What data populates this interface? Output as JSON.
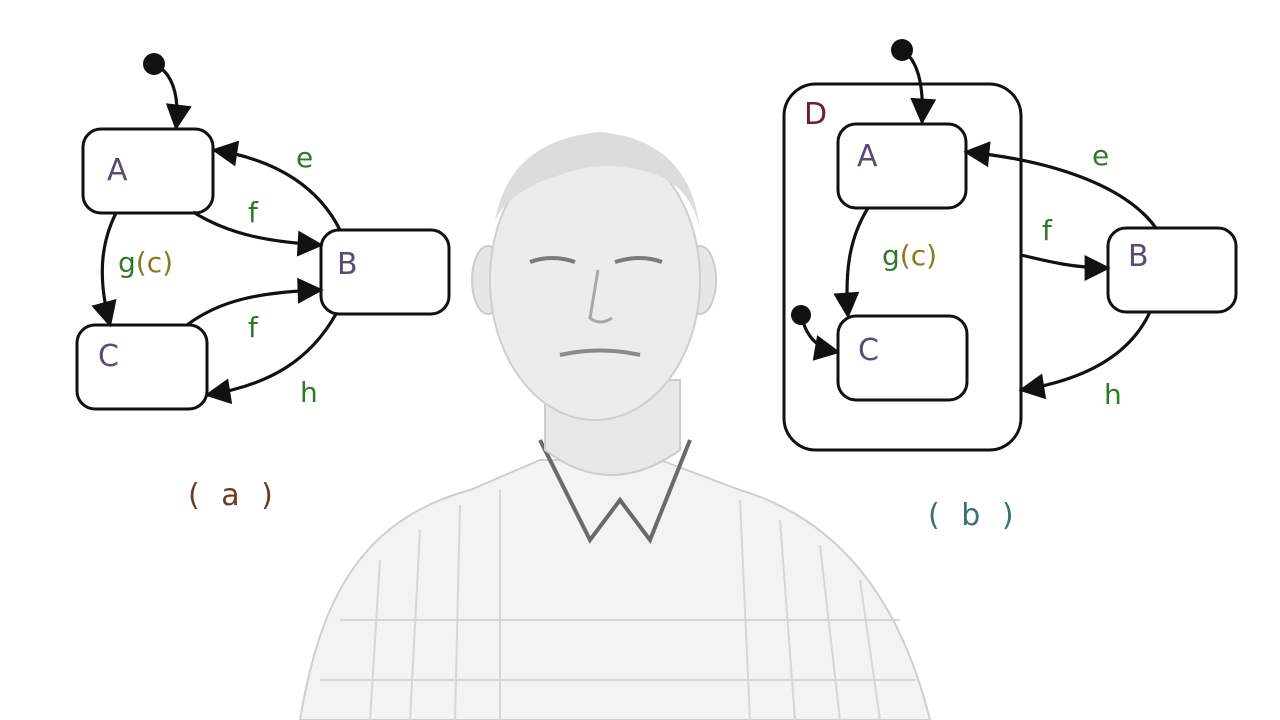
{
  "colors": {
    "state_text": "#5a4a78",
    "event_text": "#2e7a2a",
    "guard_text": "#8a7a1e",
    "superstate_text": "#6e1f24",
    "caption_a": "#6e3b1e",
    "caption_b": "#3a7078",
    "line": "#111111"
  },
  "diagram_a": {
    "states": {
      "a": "A",
      "b": "B",
      "c": "C"
    },
    "events": {
      "e": "e",
      "f1": "f",
      "f2": "f",
      "h": "h"
    },
    "guard": {
      "event": "g",
      "open": "(",
      "cond": "c",
      "close": ")"
    },
    "caption": "( a )"
  },
  "diagram_b": {
    "superstate": "D",
    "states": {
      "a": "A",
      "b": "B",
      "c": "C"
    },
    "events": {
      "e": "e",
      "f": "f",
      "h": "h"
    },
    "guard": {
      "event": "g",
      "open": "(",
      "cond": "c",
      "close": ")"
    },
    "caption": "( b )"
  },
  "presenter": {
    "icon": "person-icon"
  }
}
